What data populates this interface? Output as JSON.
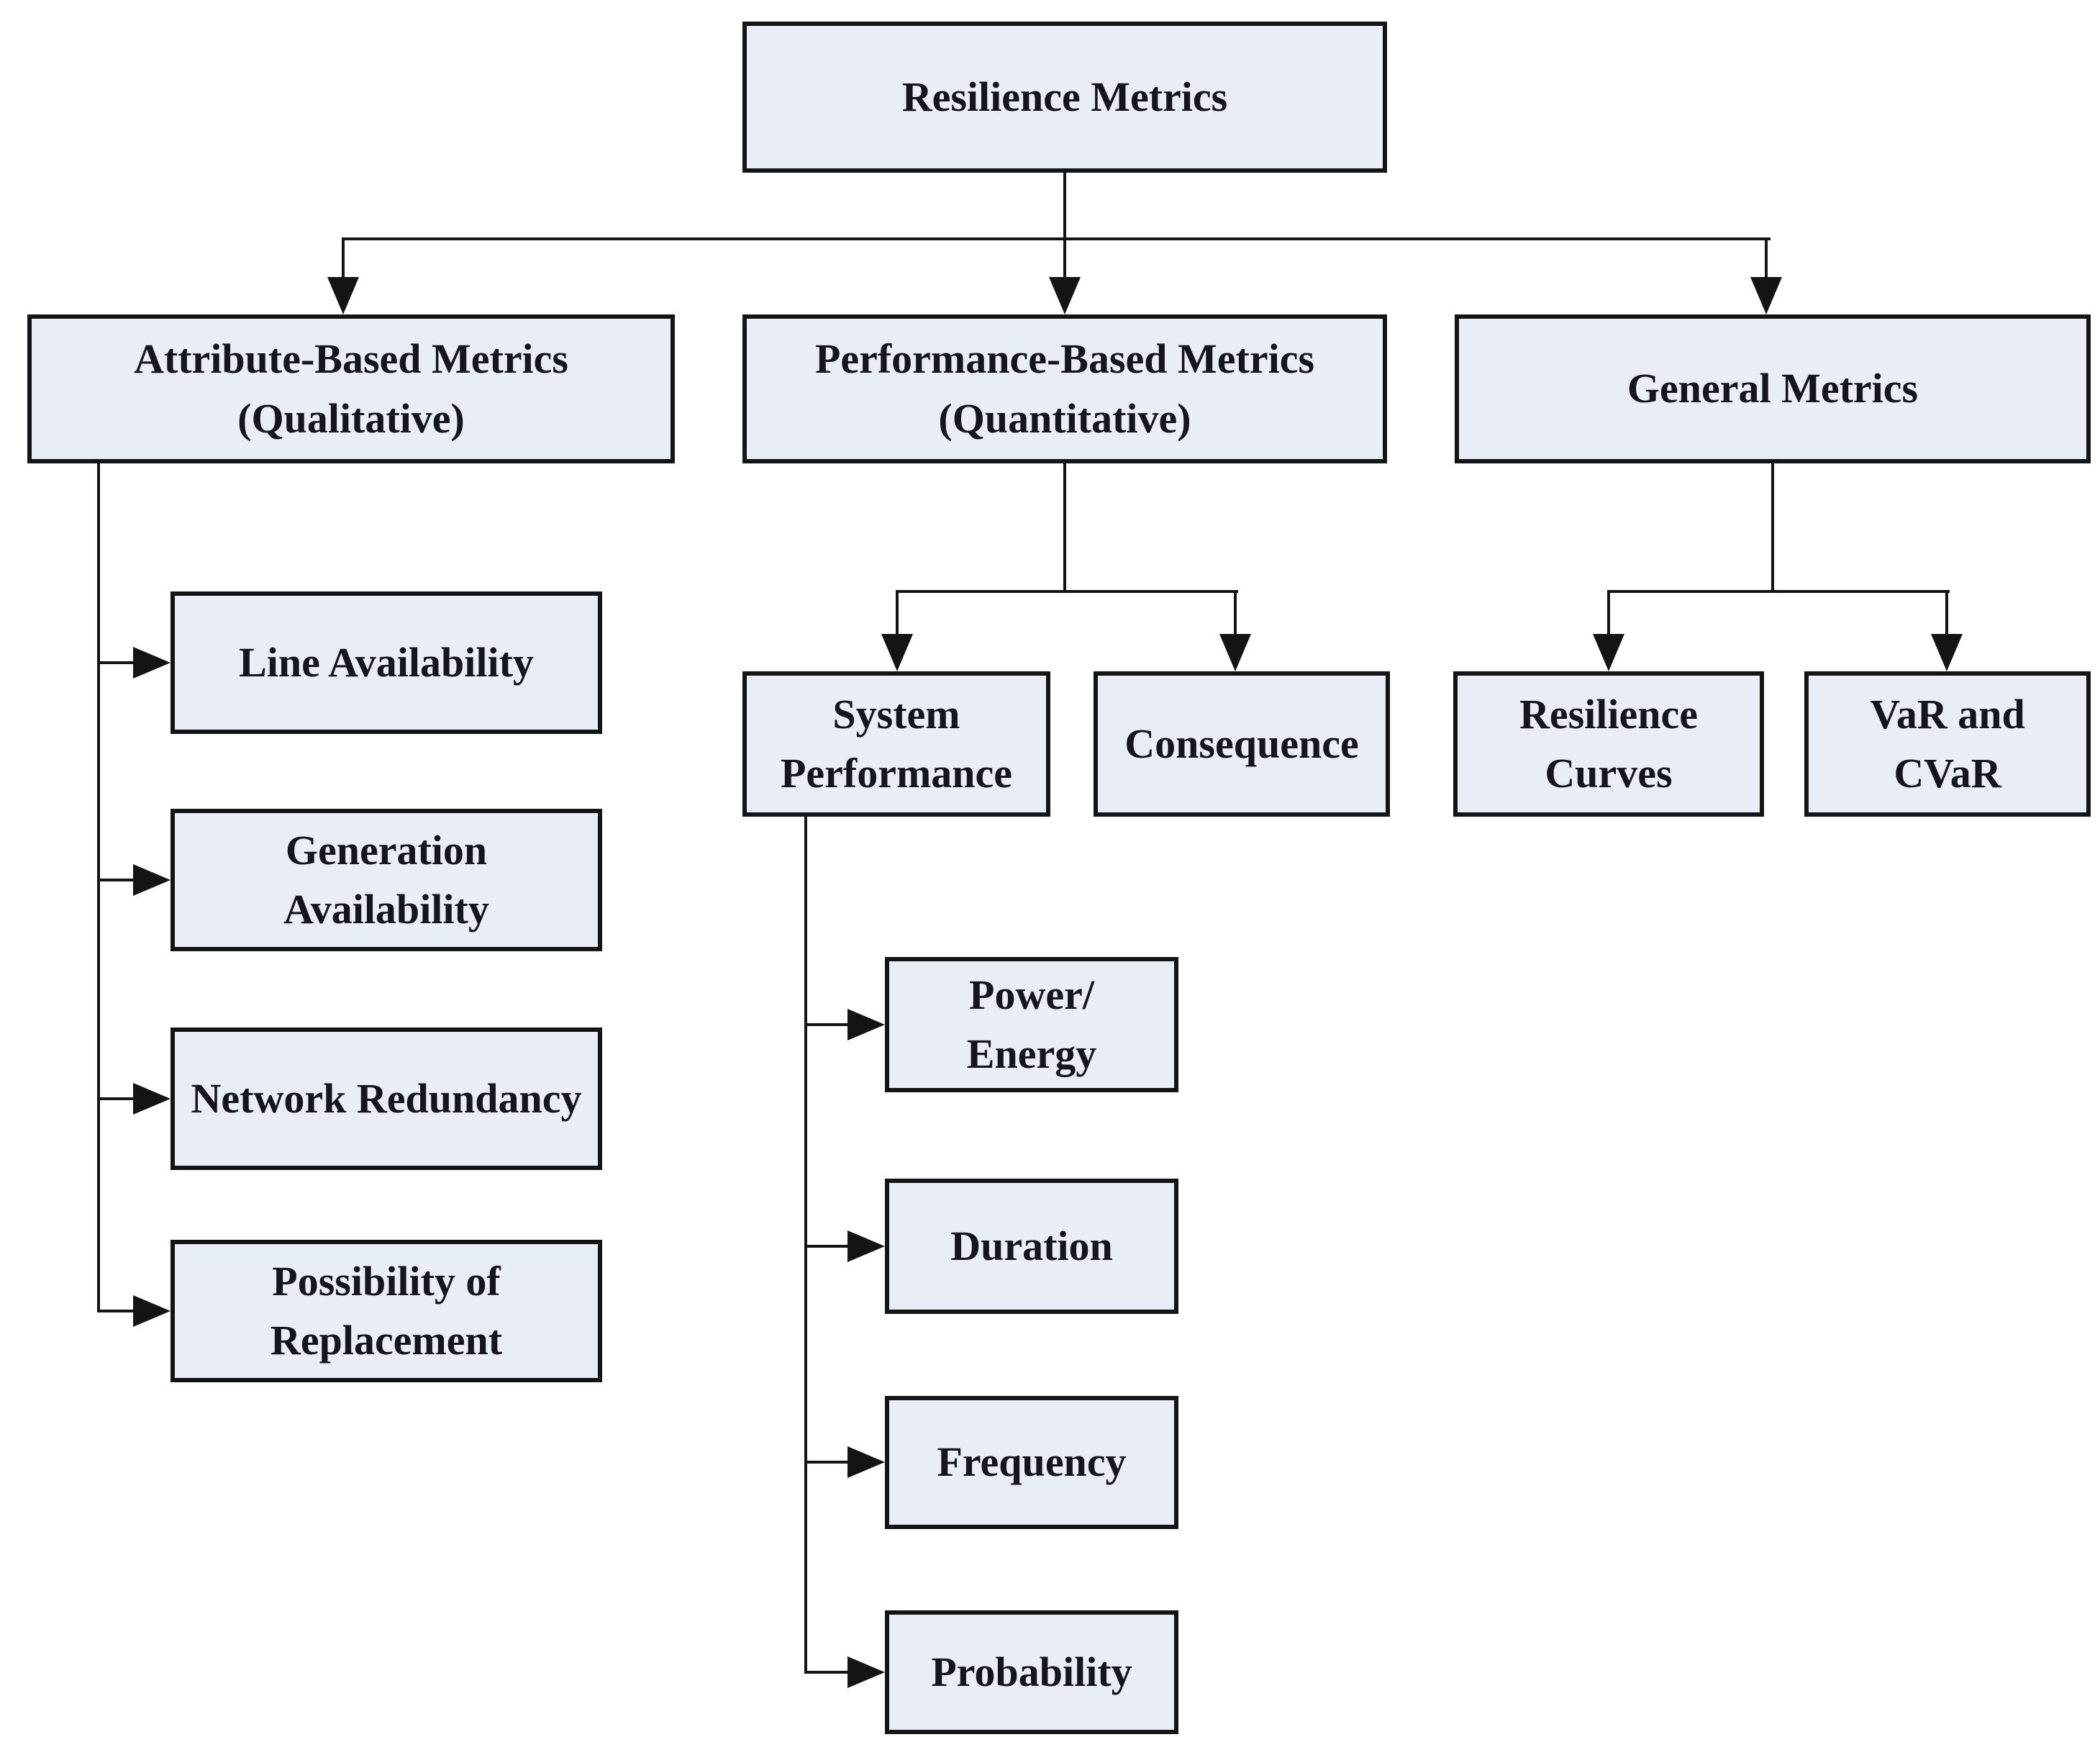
{
  "diagram_title": "Resilience Metrics",
  "colors": {
    "background": "#ffffff",
    "box_fill": "#e9edf6",
    "box_border": "#141414",
    "connector": "#141414",
    "text": "#15151e"
  },
  "nodes": {
    "root": {
      "label": "Resilience Metrics"
    },
    "attribute_based": {
      "label": "Attribute-Based Metrics\n(Qualitative)"
    },
    "performance_based": {
      "label": "Performance-Based Metrics\n(Quantitative)"
    },
    "general": {
      "label": "General Metrics"
    },
    "line_availability": {
      "label": "Line Availability"
    },
    "generation_availability": {
      "label": "Generation\nAvailability"
    },
    "network_redundancy": {
      "label": "Network Redundancy"
    },
    "possibility_of_replacement": {
      "label": "Possibility of\nReplacement"
    },
    "system_performance": {
      "label": "System\nPerformance"
    },
    "consequence": {
      "label": "Consequence"
    },
    "power_energy": {
      "label": "Power/\nEnergy"
    },
    "duration": {
      "label": "Duration"
    },
    "frequency": {
      "label": "Frequency"
    },
    "probability": {
      "label": "Probability"
    },
    "resilience_curves": {
      "label": "Resilience\nCurves"
    },
    "var_cvar": {
      "label": "VaR and\nCVaR"
    }
  },
  "edges": [
    "root->attribute_based",
    "root->performance_based",
    "root->general",
    "attribute_based->line_availability",
    "attribute_based->generation_availability",
    "attribute_based->network_redundancy",
    "attribute_based->possibility_of_replacement",
    "performance_based->system_performance",
    "performance_based->consequence",
    "system_performance->power_energy",
    "system_performance->duration",
    "system_performance->frequency",
    "system_performance->probability",
    "general->resilience_curves",
    "general->var_cvar"
  ]
}
